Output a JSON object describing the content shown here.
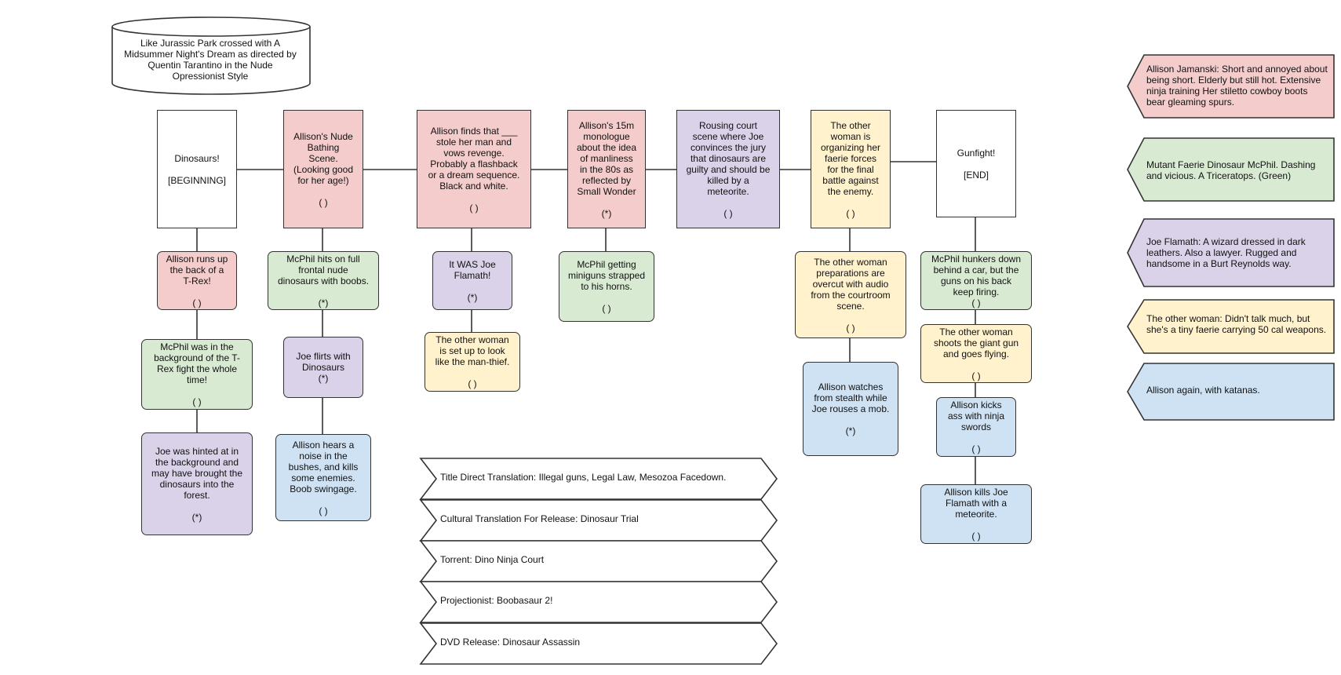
{
  "premise": "Like Jurassic Park crossed with A\nMidsummer Night's Dream as directed by\nQuentin Tarantino in the Nude\nOpressionist Style",
  "main_scenes": [
    {
      "text": "Dinosaurs!\n\n[BEGINNING]",
      "color": "white"
    },
    {
      "text": "Allison's Nude\nBathing\nScene.\n(Looking good\nfor her age!)\n\n( )",
      "color": "pink"
    },
    {
      "text": "Allison finds that ___\nstole her man and\nvows revenge.\nProbably a flashback\nor a dream sequence.\nBlack and white.\n\n( )",
      "color": "pink"
    },
    {
      "text": "Allison's 15m\nmonologue\nabout the idea\nof manliness\nin the 80s as\nreflected by\nSmall Wonder\n\n(*)",
      "color": "pink"
    },
    {
      "text": "Rousing court\nscene where Joe\nconvinces the jury\nthat dinosaurs are\nguilty and should be\nkilled by a\nmeteorite.\n\n( )",
      "color": "purple"
    },
    {
      "text": "The other\nwoman is\norganizing her\nfaerie forces\nfor the final\nbattle against\nthe enemy.\n\n( )",
      "color": "yellow"
    },
    {
      "text": "Gunfight!\n\n[END]",
      "color": "white"
    }
  ],
  "sub_scenes": [
    {
      "text": "Allison runs up\nthe back of a\nT-Rex!\n\n( )",
      "color": "pink"
    },
    {
      "text": "McPhil was in the\nbackground of the T-\nRex fight the whole\ntime!\n\n( )",
      "color": "green"
    },
    {
      "text": "Joe was hinted at in\nthe background and\nmay have brought the\ndinosaurs into the\nforest.\n\n(*)",
      "color": "purple"
    },
    {
      "text": "McPhil hits on full\nfrontal nude\ndinosaurs with boobs.\n\n(*)",
      "color": "green"
    },
    {
      "text": "Joe flirts with\nDinosaurs\n(*)",
      "color": "purple"
    },
    {
      "text": "Allison hears a\nnoise in the\nbushes, and kills\nsome enemies.\nBoob swingage.\n\n( )",
      "color": "blue"
    },
    {
      "text": "It WAS Joe\nFlamath!\n\n(*)",
      "color": "purple"
    },
    {
      "text": "The other woman\nis set up to look\nlike the man-thief.\n\n( )",
      "color": "yellow"
    },
    {
      "text": "McPhil getting\nminiguns strapped\nto his horns.\n\n( )",
      "color": "green"
    },
    {
      "text": "The other woman\npreparations are\novercut with audio\nfrom the courtroom\nscene.\n\n( )",
      "color": "yellow"
    },
    {
      "text": "Allison watches\nfrom stealth while\nJoe rouses a mob.\n\n(*)",
      "color": "blue"
    },
    {
      "text": "McPhil hunkers down\nbehind a car, but the\nguns on his back\nkeep firing.\n( )",
      "color": "green"
    },
    {
      "text": "The other woman\nshoots the giant gun\nand goes flying.\n\n( )",
      "color": "yellow"
    },
    {
      "text": "Allison kicks\nass with ninja\nswords\n\n( )",
      "color": "blue"
    },
    {
      "text": "Allison kills Joe\nFlamath with a\nmeteorite.\n\n( )",
      "color": "blue"
    }
  ],
  "titles": [
    "Title Direct Translation: Illegal guns, Legal Law, Mesozoa Facedown.",
    "Cultural Translation For Release: Dinosaur Trial",
    "Torrent: Dino Ninja Court",
    "Projectionist: Boobasaur 2!",
    "DVD Release: Dinosaur Assassin"
  ],
  "legend": [
    {
      "text": "Allison Jamanski: Short and annoyed about\nbeing short.  Elderly but still hot.  Extensive\nninja training Her stiletto cowboy boots\nbear gleaming spurs.",
      "color": "pink"
    },
    {
      "text": "Mutant Faerie Dinosaur McPhil. Dashing\nand vicious. A Triceratops. (Green)",
      "color": "green"
    },
    {
      "text": "Joe Flamath: A wizard dressed in dark\nleathers. Also a lawyer. Rugged and\nhandsome in a Burt Reynolds way.",
      "color": "purple"
    },
    {
      "text": "The other woman: Didn't talk much, but\nshe's a tiny faerie carrying 50 cal weapons.",
      "color": "yellow"
    },
    {
      "text": "Allison again, with katanas.",
      "color": "blue"
    }
  ],
  "colors": {
    "pink": "#f4cccc",
    "green": "#d9ead3",
    "purple": "#d9d2e9",
    "yellow": "#fff2cc",
    "blue": "#cfe2f3",
    "white": "#ffffff",
    "stroke": "#333333"
  }
}
